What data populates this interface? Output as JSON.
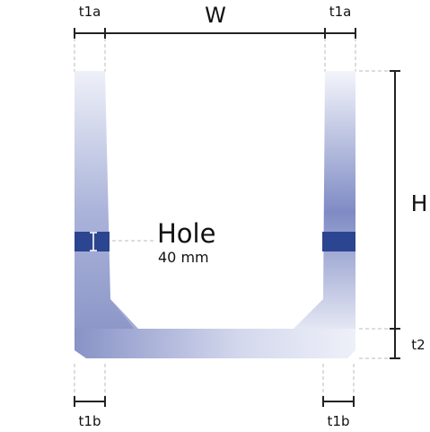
{
  "labels": {
    "top_left_thickness": "t1a",
    "top_right_thickness": "t1a",
    "width": "W",
    "height": "H",
    "base_thickness": "t2",
    "bottom_left_thickness": "t1b",
    "bottom_right_thickness": "t1b",
    "hole_title": "Hole",
    "hole_size": "40 mm"
  },
  "colors": {
    "body_light": "#eef0f8",
    "body_dark": "#8d98c8",
    "hole_band": "#2c4590",
    "dimension_line": "#222222",
    "extension_line": "#bbbbbb"
  }
}
